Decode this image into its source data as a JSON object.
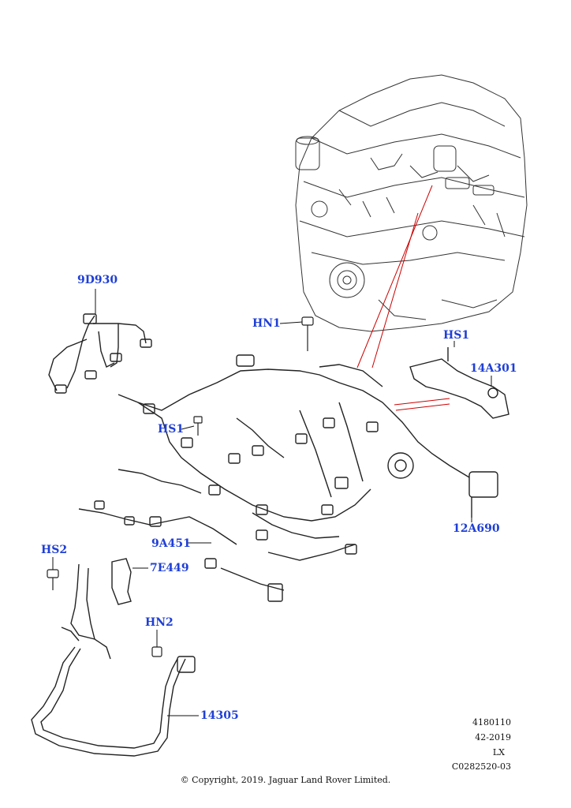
{
  "callouts": {
    "p9D930": "9D930",
    "hn1": "HN1",
    "hs1_top": "HS1",
    "p14A301": "14A301",
    "hs1_left": "HS1",
    "p12A690": "12A690",
    "p9A451": "9A451",
    "hs2": "HS2",
    "p7E449": "7E449",
    "hn2": "HN2",
    "p14305": "14305"
  },
  "reference": {
    "line1": "4180110",
    "line2": "42-2019",
    "line3": "LX",
    "line4": "C0282520-03"
  },
  "copyright": "© Copyright, 2019. Jaguar Land Rover Limited.",
  "colors": {
    "callout": "#1f3fd6",
    "leader_red": "#cc0000",
    "line_art": "#222222"
  }
}
